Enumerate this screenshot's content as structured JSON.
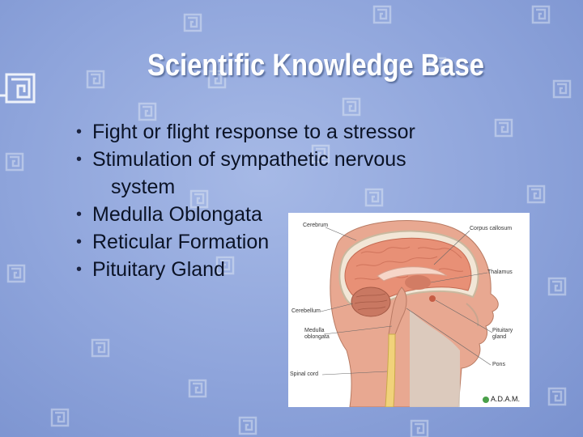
{
  "slide": {
    "title": "Scientific Knowledge Base",
    "bullets": [
      {
        "line1": "Fight or flight response to a stressor",
        "line2": ""
      },
      {
        "line1": "Stimulation of sympathetic nervous",
        "line2": "system"
      },
      {
        "line1": "Medulla Oblongata",
        "line2": ""
      },
      {
        "line1": "Reticular Formation",
        "line2": ""
      },
      {
        "line1": "Pituitary Gland",
        "line2": ""
      }
    ],
    "bullet_char": "•"
  },
  "figure": {
    "labels": {
      "cerebrum": "Cerebrum",
      "corpus_callosum": "Corpus callosum",
      "thalamus": "Thalamus",
      "cerebellum": "Cerebellum",
      "medulla": "Medulla oblongata",
      "pituitary": "Pituitary gland",
      "pons": "Pons",
      "spinal_cord": "Spinal cord"
    },
    "credit": "A.D.A.M."
  },
  "colors": {
    "background": "#8ea4db",
    "title": "#ffffff",
    "text": "#0b1326",
    "motif": "#e6ecf7"
  }
}
